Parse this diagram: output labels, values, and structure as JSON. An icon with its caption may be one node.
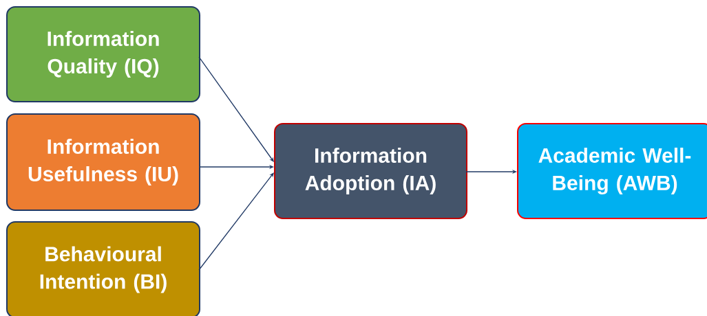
{
  "diagram": {
    "nodes": [
      {
        "text": [
          "Information Quality (IQ)"
        ]
      },
      {
        "text": [
          "Information Usefulness (IU)"
        ]
      },
      {
        "text": [
          "Behavioural Intention (BI)"
        ]
      },
      {
        "text": [
          "Information Adoption (IA)"
        ]
      },
      {
        "text": [
          "Academic Well-Being (AWB)"
        ]
      }
    ],
    "edges": [
      {
        "from": 0,
        "to": 3,
        "arrow": "to"
      },
      {
        "from": 1,
        "to": 3,
        "arrow": "to"
      },
      {
        "from": 2,
        "to": 3,
        "arrow": "to"
      },
      {
        "from": 3,
        "to": 4,
        "arrow": "to"
      }
    ]
  }
}
